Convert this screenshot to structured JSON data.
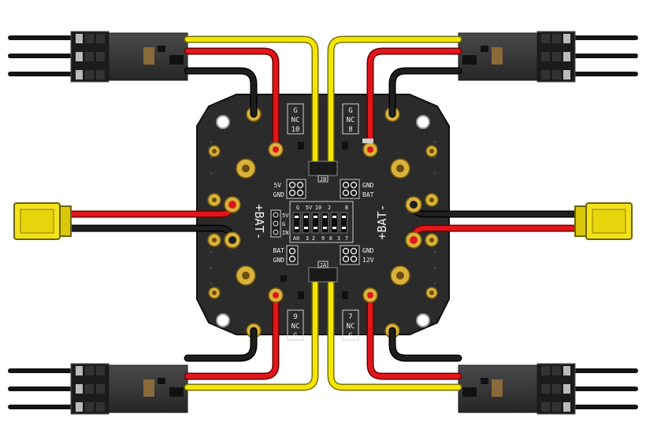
{
  "colors": {
    "board": "#2b2b2b",
    "wire_red": "#e0161b",
    "wire_yellow": "#f2e600",
    "wire_black": "#141414",
    "silk": "#f2f2f2",
    "pad_gold": "#d9b23a",
    "xt60": "#f4e21a"
  },
  "silkscreen": {
    "bat_left": "+BAT-",
    "bat_right": "+BAT-",
    "tl": [
      "G",
      "NC",
      "10"
    ],
    "tr": [
      "G",
      "NC",
      "8"
    ],
    "bl": [
      "9",
      "NC",
      "G"
    ],
    "br": [
      "7",
      "NC",
      "G"
    ],
    "jb": "JB",
    "ja": "JA",
    "l5v": "5V",
    "lgnd1": "GND",
    "r_gnd1": "GND",
    "r_bat": "BAT",
    "lbat": "BAT",
    "lgnd2": "GND",
    "r_gnd2": "GND",
    "r12v": "12V",
    "tiny_5v": "5V",
    "tiny_g": "G",
    "tiny_in": "IN",
    "header_top": [
      "G",
      "5V",
      "10",
      "2",
      "8"
    ],
    "header_bottom": [
      "A0",
      "3",
      "2",
      "9",
      "6",
      "3",
      "7"
    ]
  }
}
